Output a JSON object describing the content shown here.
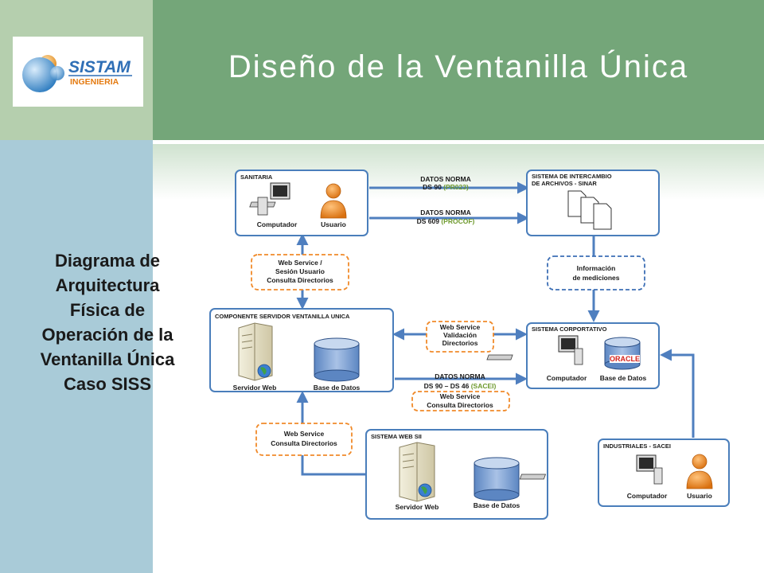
{
  "header": {
    "title": "Diseño de la Ventanilla Única"
  },
  "logo": {
    "line1": "SISTAM",
    "line2": "INGENIERIA"
  },
  "sidebar": {
    "lines": [
      "Diagrama de",
      "Arquitectura",
      "Física de",
      "Operación de la",
      "Ventanilla Única",
      "Caso SISS"
    ]
  },
  "diagram": {
    "sanitaria": {
      "title": "SANITARIA",
      "computer": "Computador",
      "user": "Usuario"
    },
    "sinar": {
      "title1": "SISTEMA DE INTERCAMBIO",
      "title2": "DE ARCHIVOS - SINAR"
    },
    "arrow1": {
      "line1": "DATOS NORMA",
      "line2_a": "DS 90 ",
      "line2_b": "(PR023)"
    },
    "arrow2": {
      "line1": "DATOS NORMA",
      "line2_a": "DS 609 ",
      "line2_b": "(PROCOF)"
    },
    "ws_sesion": {
      "line1": "Web Service /",
      "line2": "Sesión Usuario",
      "line3": "Consulta Directorios"
    },
    "mediciones": {
      "line1": "Información",
      "line2": "de mediciones"
    },
    "componente": {
      "title": "COMPONENTE SERVIDOR VENTANILLA UNICA",
      "server": "Servidor Web",
      "db": "Base de Datos"
    },
    "ws_validacion": {
      "line1": "Web Service",
      "line2": "Validación",
      "line3": "Directorios"
    },
    "corporativo": {
      "title": "SISTEMA CORPORTATIVO",
      "computer": "Computador",
      "db": "Base de Datos",
      "oracle": "ORACLE"
    },
    "arrow3": {
      "line1": "DATOS NORMA",
      "line2_a": "DS 90 – DS 46 ",
      "line2_b": "(SACEI)"
    },
    "ws_consulta2": {
      "line1": "Web Service",
      "line2": "Consulta Directorios"
    },
    "ws_consulta1": {
      "line1": "Web Service",
      "line2": "Consulta Directorios"
    },
    "websii": {
      "title": "SISTEMA WEB SII",
      "server": "Servidor Web",
      "db": "Base de Datos"
    },
    "industriales": {
      "title": "INDUSTRIALES - SACEI",
      "computer": "Computador",
      "user": "Usuario"
    }
  },
  "colors": {
    "header_bg": "#74a679",
    "box_border": "#4a7ebb",
    "arrow": "#4f7fbf",
    "dash_orange": "#f08a2a",
    "dash_blue": "#3d6fb5",
    "green_text": "#6e9a2e"
  }
}
